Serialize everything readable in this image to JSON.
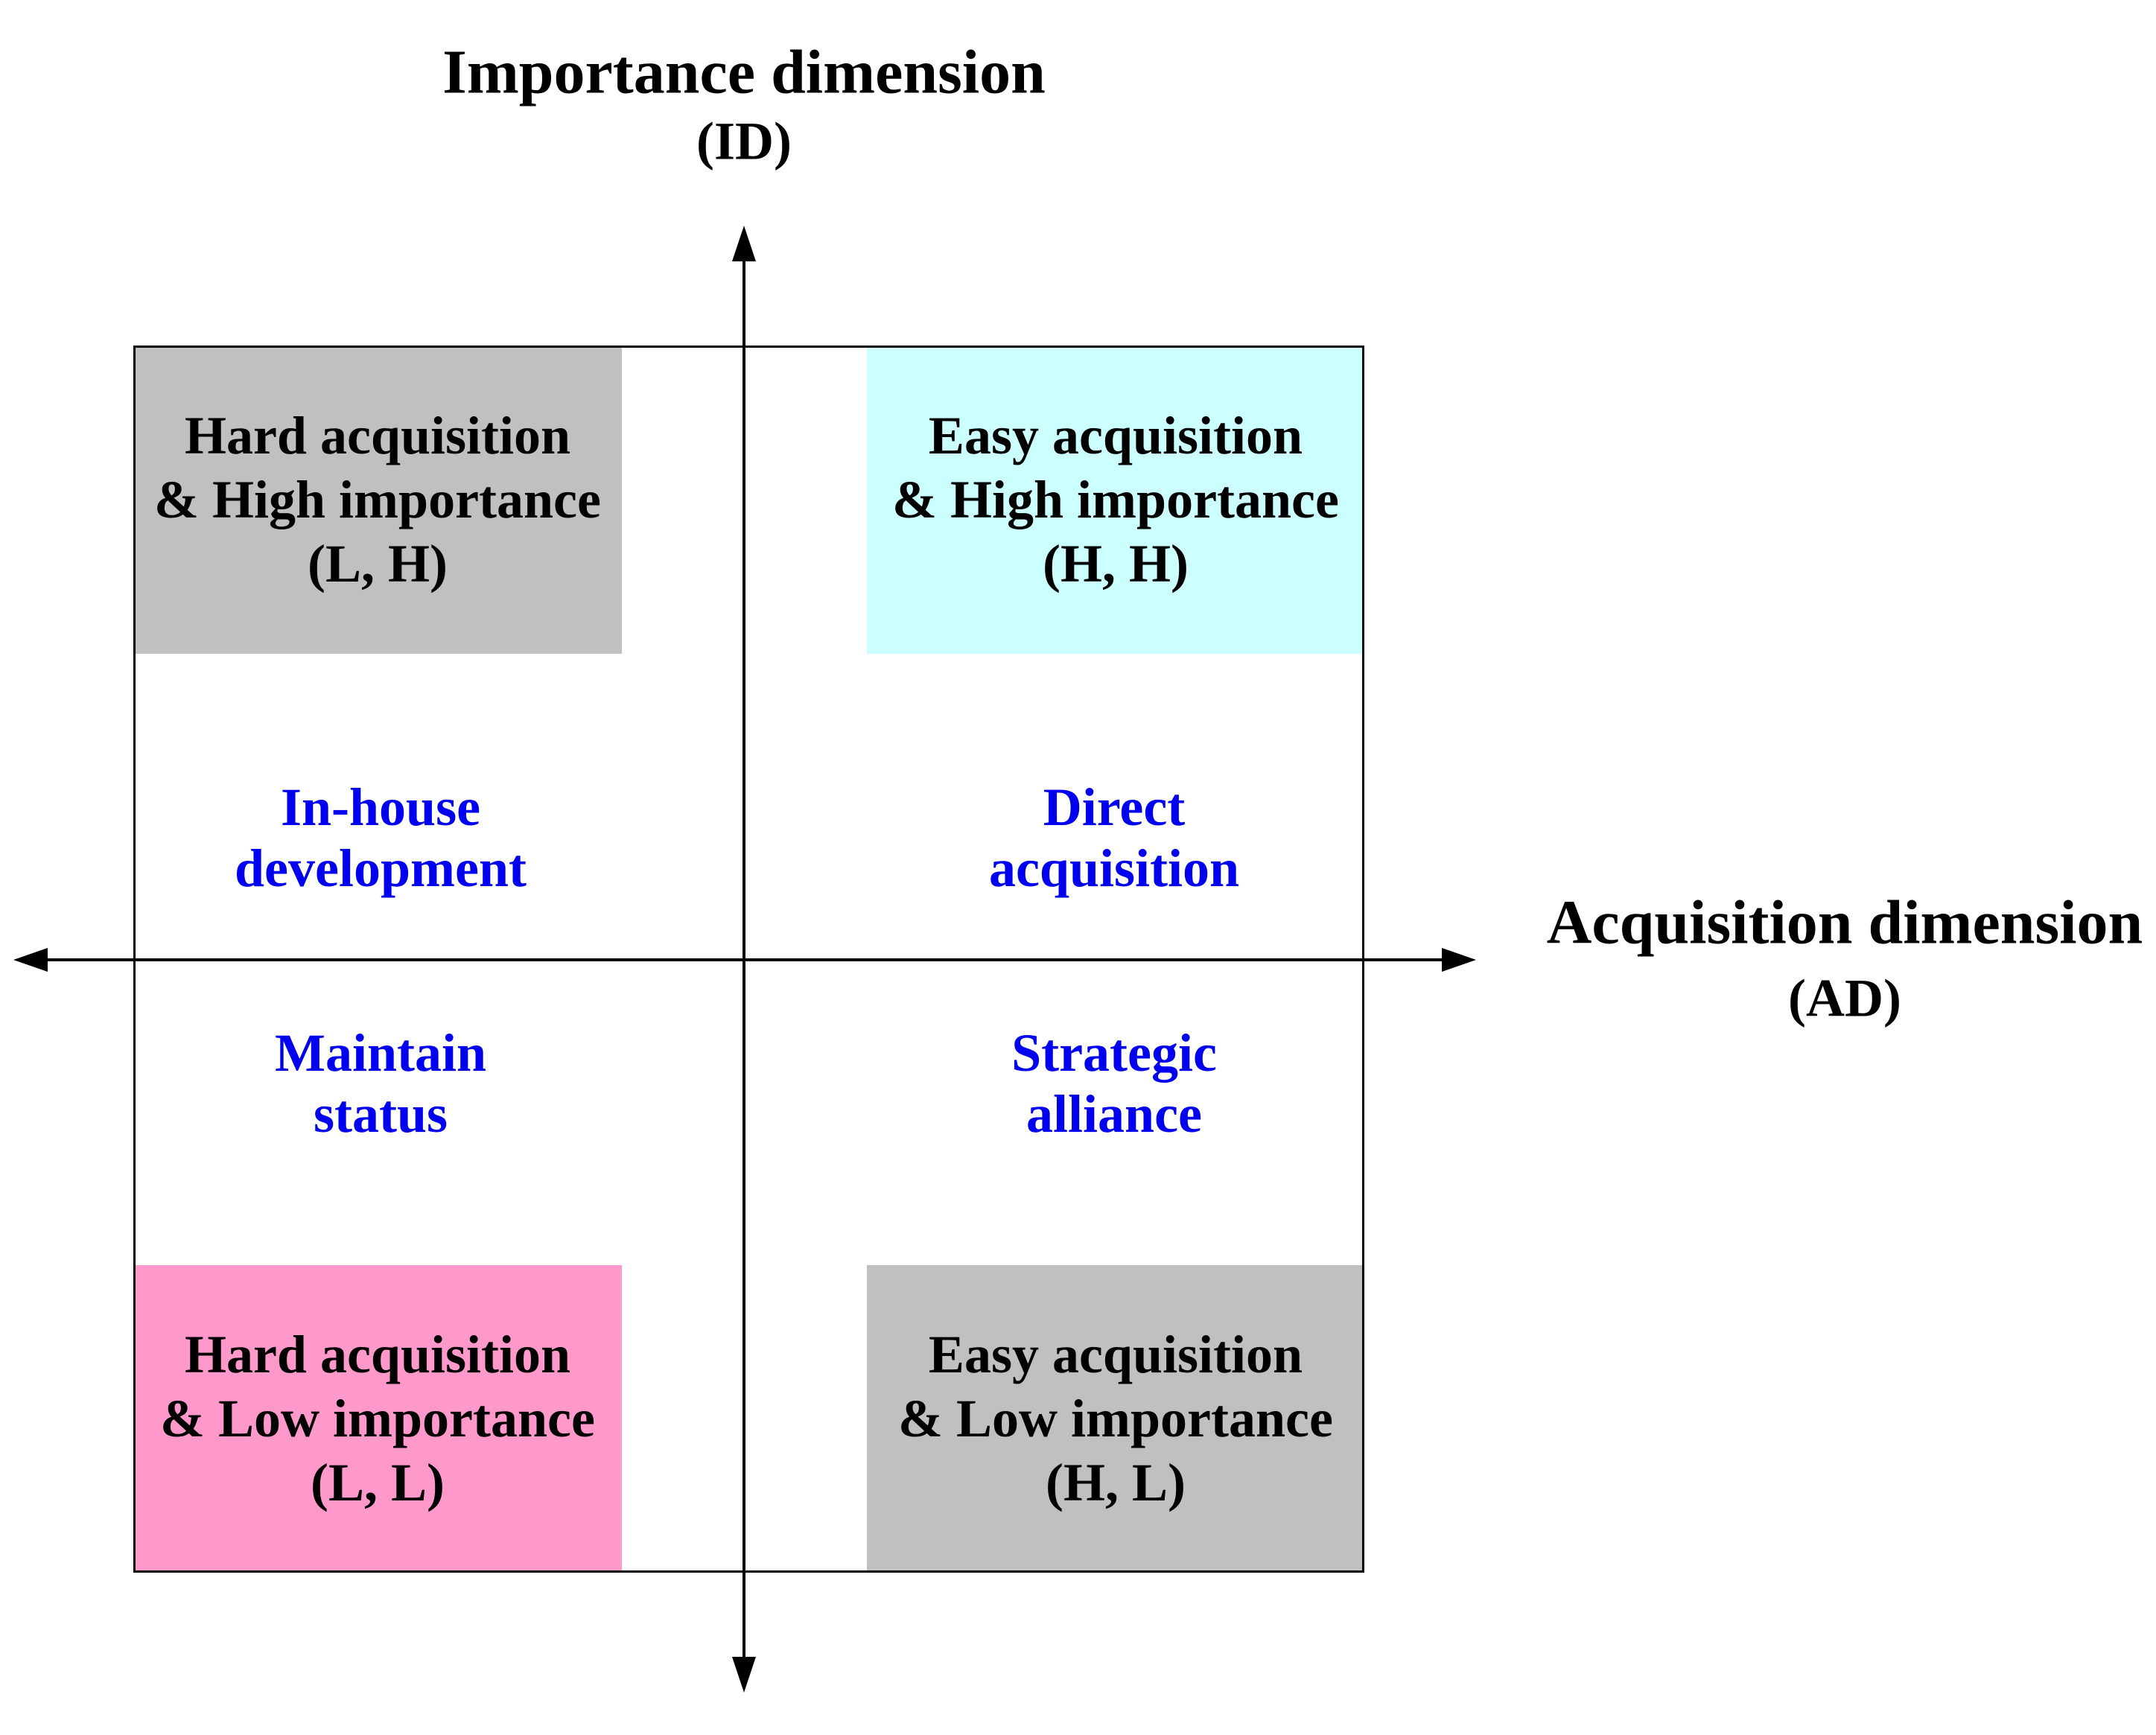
{
  "diagram": {
    "vertical_axis_title": {
      "line1": "Importance dimension",
      "line2": "(ID)"
    },
    "horizontal_axis_title": {
      "line1": "Acquisition dimension",
      "line2": "(AD)"
    },
    "boxes": [
      {
        "position": "top-left",
        "color": "#C0C0C0",
        "line1": "Hard acquisition",
        "line2": "& High importance",
        "line3": "(L, H)"
      },
      {
        "position": "top-right",
        "color": "#CCFFFF",
        "line1": "Easy acquisition",
        "line2": "& High importance",
        "line3": "(H, H)"
      },
      {
        "position": "bottom-left",
        "color": "#FF99CC",
        "line1": "Hard acquisition",
        "line2": "& Low importance",
        "line3": "(L, L)"
      },
      {
        "position": "bottom-right",
        "color": "#C0C0C0",
        "line1": "Easy acquisition",
        "line2": "& Low importance",
        "line3": "(H, L)"
      }
    ],
    "strategies": [
      {
        "position": "top-left",
        "line1": "In-house",
        "line2": "development"
      },
      {
        "position": "top-right",
        "line1": "Direct",
        "line2": "acquisition"
      },
      {
        "position": "bottom-left",
        "line1": "Maintain",
        "line2": "status"
      },
      {
        "position": "bottom-right",
        "line1": "Strategic",
        "line2": "alliance"
      }
    ],
    "colors": {
      "strategy_text": "#0000EE",
      "box_text": "#000000",
      "axis_line": "#000000"
    }
  }
}
